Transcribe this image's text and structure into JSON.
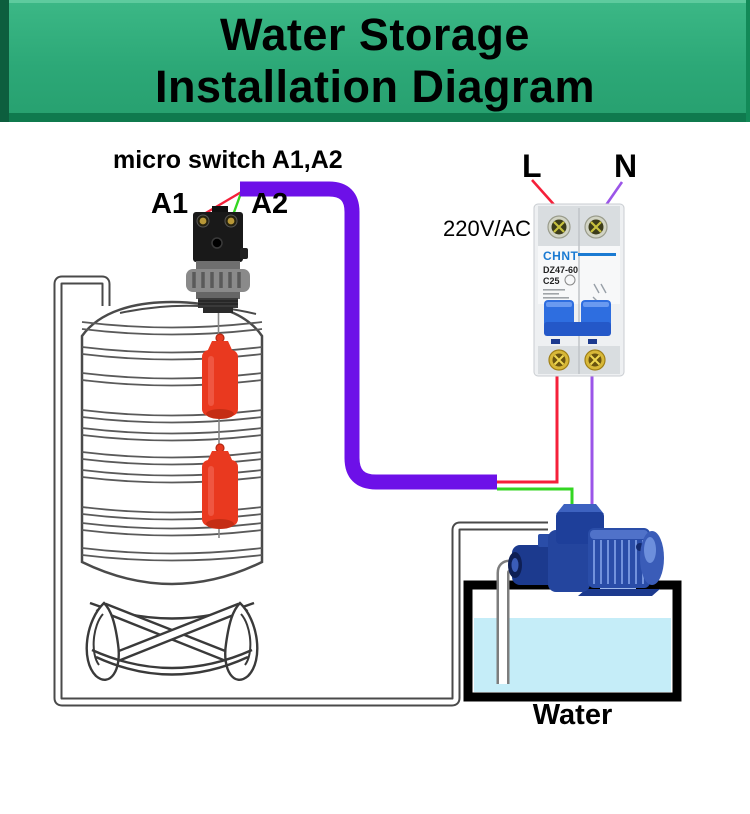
{
  "header": {
    "title_line1": "Water Storage",
    "title_line2": "Installation Diagram"
  },
  "annotations": {
    "micro_switch_label": "micro switch A1,A2",
    "terminal_a1": "A1",
    "terminal_a2": "A2",
    "line_label": "L",
    "neutral_label": "N",
    "voltage_label": "220V/AC",
    "water_label": "Water"
  },
  "breaker": {
    "brand": "CHNT",
    "model": "DZ47-60",
    "rating": "C25"
  },
  "colors": {
    "header-green": "#2ca877",
    "header-green-dark": "#0d5e3e",
    "cable-purple": "#6d10e8",
    "wire-red": "#f5203a",
    "wire-green": "#33d622",
    "wire-purple": "#9b55e8",
    "water-blue": "#c5edf8",
    "float-red": "#e9391f",
    "float-red-dark": "#c52d14",
    "pump-blue": "#2a4da8",
    "pump-navy": "#1c3a8e",
    "outline-gray": "#4a4a4a",
    "pipe-gray": "#5a5a5a",
    "breaker-blue": "#2e6ee0",
    "brand-blue": "#1a7ad2"
  }
}
